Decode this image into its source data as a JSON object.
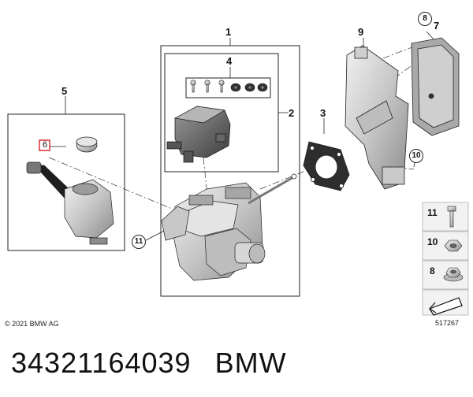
{
  "callouts": {
    "c1": "1",
    "c2": "2",
    "c3": "3",
    "c4": "4",
    "c5": "5",
    "c6": "6",
    "c7": "7",
    "c8": "8",
    "c9": "9",
    "c10": "10",
    "c11": "11"
  },
  "legend": [
    {
      "number": "11",
      "icon": "bolt-icon"
    },
    {
      "number": "10",
      "icon": "hex-nut-icon"
    },
    {
      "number": "8",
      "icon": "flange-nut-icon"
    }
  ],
  "copyright": "© 2021 BMW AG",
  "diagram_number": "517267",
  "caption": {
    "part_number": "34321164039",
    "brand": "BMW"
  },
  "colors": {
    "line": "#222222",
    "part_fill": "#d4d4d4",
    "part_dark": "#7a7a7a",
    "highlight": "#d62020"
  }
}
